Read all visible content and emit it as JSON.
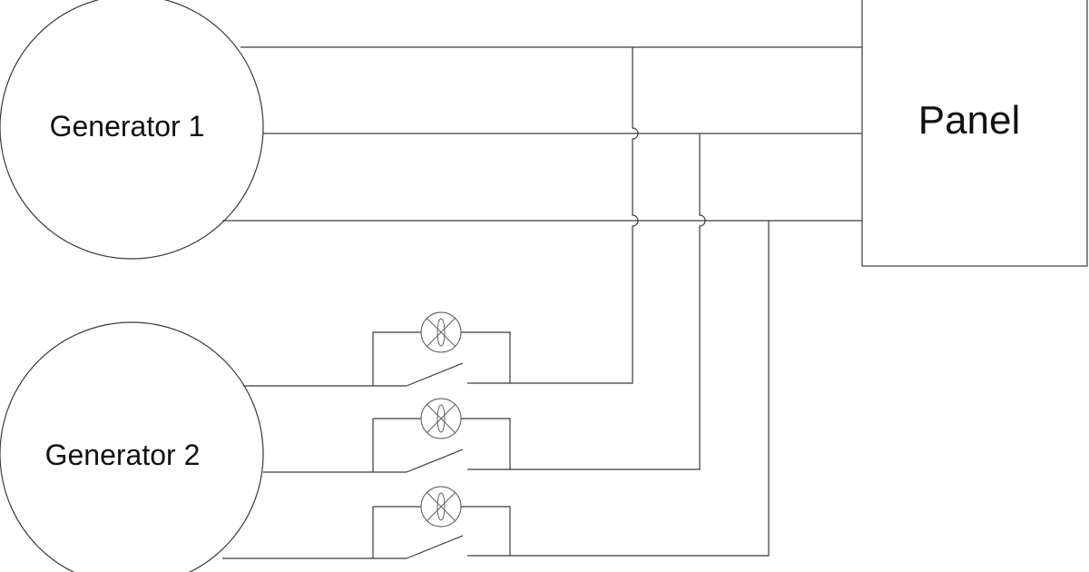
{
  "diagram": {
    "generator_1": {
      "label": "Generator 1"
    },
    "generator_2": {
      "label": "Generator 2"
    },
    "panel": {
      "label": "Panel"
    },
    "phase_count": 3,
    "synchronizing_lamps": 3,
    "switches": 3
  }
}
